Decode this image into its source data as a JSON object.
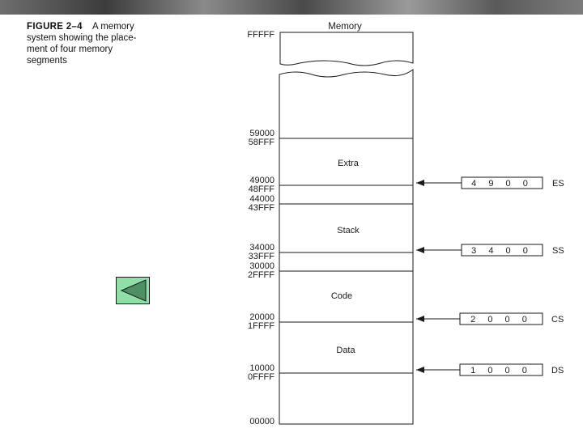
{
  "figure": {
    "label": "FIGURE 2–4",
    "caption": "A memory system showing the placement of four memory segments",
    "caption_lines": [
      "A memory",
      "system showing the place-",
      "ment of four memory",
      "segments"
    ]
  },
  "memory": {
    "header": "Memory",
    "top_address": "FFFFF",
    "bottom_address": "00000",
    "boundaries": [
      {
        "upper": "59000",
        "lower": "58FFF"
      },
      {
        "upper": "49000",
        "lower": "48FFF"
      },
      {
        "upper": "44000",
        "lower": "43FFF"
      },
      {
        "upper": "34000",
        "lower": "33FFF"
      },
      {
        "upper": "30000",
        "lower": "2FFFF"
      },
      {
        "upper": "20000",
        "lower": "1FFFF"
      },
      {
        "upper": "10000",
        "lower": "0FFFF"
      }
    ],
    "segments": [
      {
        "name": "Extra",
        "register": "ES",
        "value": "4 9 0 0"
      },
      {
        "name": "Stack",
        "register": "SS",
        "value": "3 4 0 0"
      },
      {
        "name": "Code",
        "register": "CS",
        "value": "2 0 0 0"
      },
      {
        "name": "Data",
        "register": "DS",
        "value": "1 0 0 0"
      }
    ]
  },
  "nav": {
    "icon": "back-triangle-icon",
    "accent": "#8fe0a8",
    "triangle_color": "#4f8f66"
  }
}
